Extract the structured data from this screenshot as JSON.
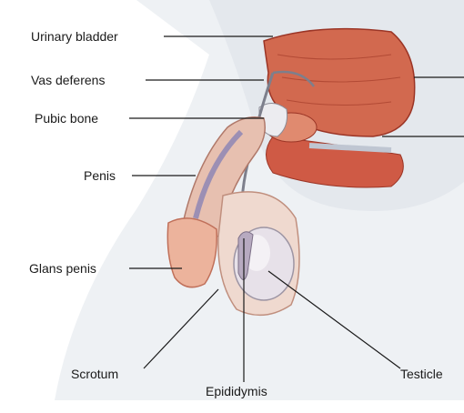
{
  "labels": {
    "urinary_bladder": "Urinary bladder",
    "vas_deferens": "Vas deferens",
    "pubic_bone": "Pubic bone",
    "penis": "Penis",
    "glans_penis": "Glans penis",
    "scrotum": "Scrotum",
    "epididymis": "Epididymis",
    "testicle": "Testicle"
  },
  "colors": {
    "muscle": "#d2694f",
    "muscle_dark": "#a8402c",
    "skin": "#f0c9b4",
    "skin_outline": "#c98d78",
    "tissue": "#ecd2c6",
    "vein": "#9c8fb4",
    "bone": "#e6e6ea",
    "testicle": "#e7e1e9",
    "background_tint": "#e7ebf0"
  }
}
